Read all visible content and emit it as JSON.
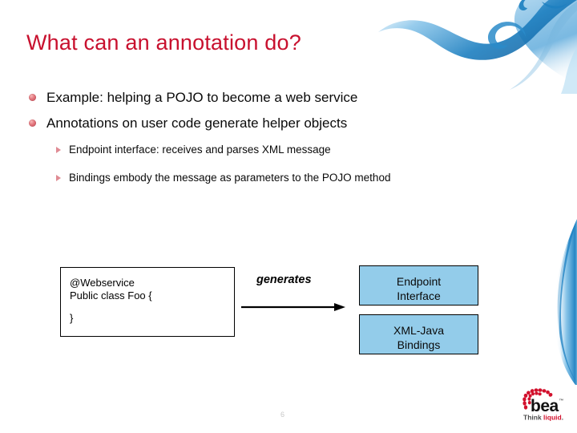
{
  "slide": {
    "title": "What can an annotation do?",
    "title_color": "#c8102e",
    "page_number": "6"
  },
  "bullets": {
    "level1": [
      {
        "text": "Example: helping a POJO to become a web service",
        "marker": "sphere-bullet-icon"
      },
      {
        "text": "Annotations on user code generate helper objects",
        "marker": "sphere-bullet-icon"
      }
    ],
    "level2": [
      {
        "text": "Endpoint interface: receives and parses XML message",
        "marker": "triangle-bullet-icon"
      },
      {
        "text": "Bindings embody the message as parameters to the POJO method",
        "marker": "triangle-bullet-icon"
      }
    ]
  },
  "diagram": {
    "code_box": {
      "line1": "@Webservice",
      "line2": "Public class Foo {",
      "line3": "}"
    },
    "arrow_label": "generates",
    "arrow_icon": "right-arrow-icon",
    "outputs": [
      {
        "line1": "Endpoint",
        "line2": "Interface",
        "fill": "#93ccea"
      },
      {
        "line1": "XML-Java",
        "line2": "Bindings",
        "fill": "#93ccea"
      }
    ]
  },
  "logo": {
    "wordmark": "bea",
    "tagline": "Think liquid.",
    "accent_color": "#d2112d"
  },
  "decoration": {
    "top_right": "blue-smoke-graphic",
    "right_edge": "blue-ribbon-graphic",
    "blue_color": "#1a7fc1"
  }
}
